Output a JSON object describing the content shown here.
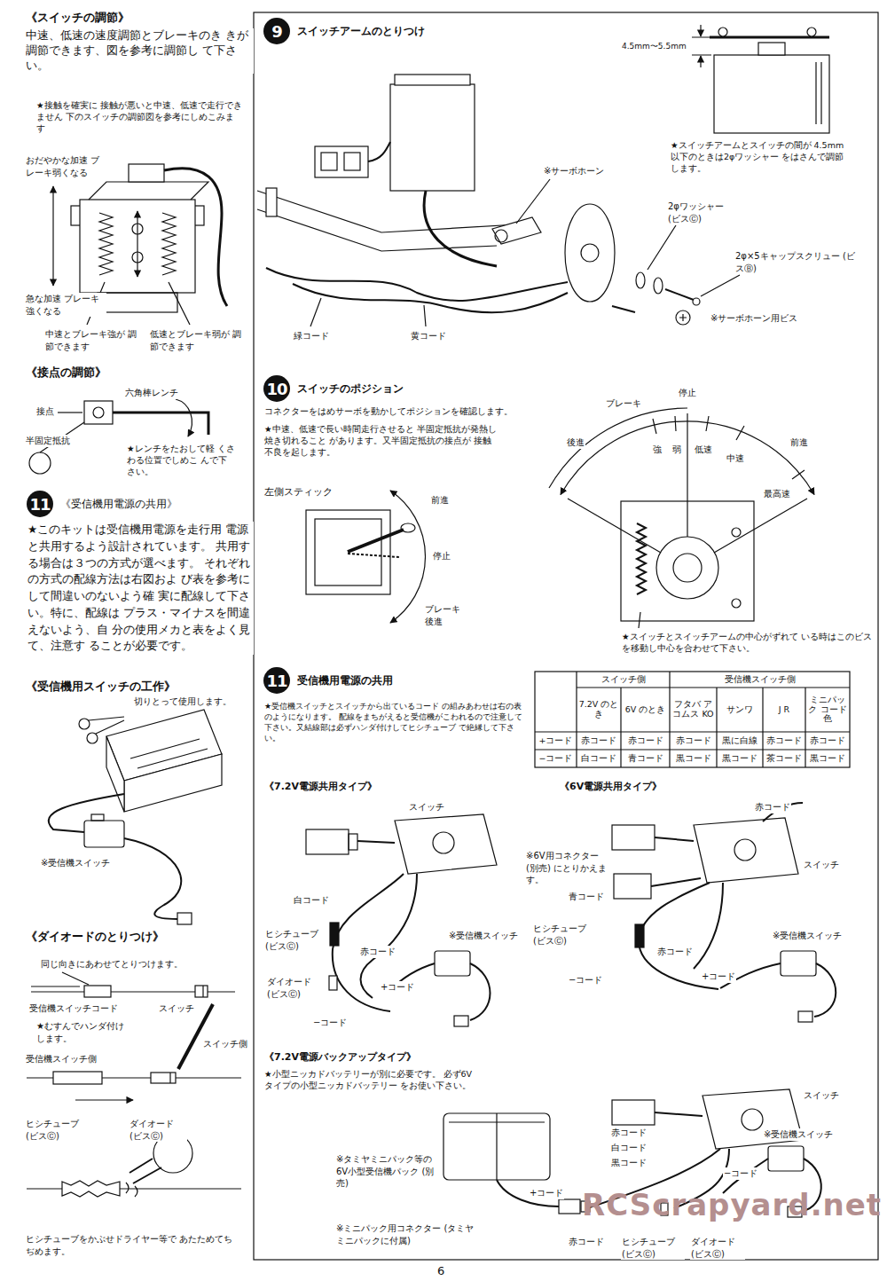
{
  "diagram": {
    "nodes": [
      {
        "text": [
          "11",
          "《受信機用電源の共用》"
        ]
      },
      {
        "text": [
          "9",
          "スイッチアームのとりつけ"
        ]
      },
      {
        "text": [
          "10",
          "スイッチのポジション"
        ]
      },
      {
        "text": [
          "11",
          "受信機用電源の共用"
        ]
      }
    ],
    "labels": [
      "《スイッチの調節》",
      "中速、低速の速度調節とブレーキのき きが調節できます、図を参考に調節し て下さい。",
      "★接触を確実に 接触が悪いと中速、低速で走行できません 下のスイッチの調節図を参考にしめこみます",
      "おだやかな加速 ブレーキ弱くなる",
      "急な加速 ブレーキ強くなる",
      "中速とブレーキ強が 調節できます",
      "低速とブレーキ弱が 調節できます",
      "《接点の調節》",
      "六角棒レンチ",
      "接点",
      "半固定抵抗",
      "★レンチをたおして軽 くさわる位置でしめこ んで下さい。",
      "★このキットは受信機用電源を走行用 電源と共用するよう設計されています。 共用する場合は３つの方式が選べます。 それぞれの方式の配線方法は右図およ び表を参考にして間違いのないよう確 実に配線して下さい。特に、配線は プラス・マイナスを間違えないよう、自 分の使用メカと表をよく見て、注意す ることが必要です。",
      "《受信機用スイッチの工作》",
      "切りとって使用します。",
      "※受信機スイッチ",
      "《ダイオードのとりつけ》",
      "同じ向きにあわせてとりつけます。",
      "受信機スイッチコード",
      "スイッチ",
      "★むすんでハンダ付け します。",
      "受信機スイッチ側",
      "スイッチ側",
      "ヒシチューブ (ビスⒸ)",
      "ダイオード (ビスⒸ)",
      "ヒシチューブをかぶせドライヤー等で あたためてちぢめます。",
      "4.5mm〜5.5mm",
      "★スイッチアームとスイッチの間が 4.5mm以下のときは2φワッシャー をはさんで調節します。",
      "※サーボホーン",
      "2φワッシャー (ビスⒸ)",
      "2φ×5キャップスクリュー (ビスⒷ)",
      "※サーボホーン用ビス",
      "緑コード",
      "黄コード",
      "コネクターをはめサーボを動かしてポジションを確認します。",
      "★中速、低速で長い時間走行させると 半固定抵抗が発熱し焼き切れること があります。又半固定抵抗の接点が 接触不良を起します。",
      "左側スティック",
      "前進",
      "停止",
      "ブレーキ 後進",
      "ブレーキ",
      "停止",
      "後進",
      "強",
      "弱",
      "低速",
      "中速",
      "前進",
      "最高速",
      "★スイッチとスイッチアームの中心がずれて いる時はこのビスを移動し中心を合わせて下さい。",
      "★受信機スイッチとスイッチから出ているコード の組みあわせは右の表のようになります。 配線をまちがえると受信機がこわれるので注意して 下さい。又結線部は必ずハンダ付けしてヒシチューブ で絶縁して下さい。",
      "スイッチ側",
      "受信機スイッチ側",
      "7.2V のとき",
      "6V のとき",
      "フタバ アコムス KO",
      "サンワ",
      "J R",
      "ミニパック コード色",
      "+コード",
      "赤コード",
      "赤コード",
      "赤コード",
      "黒に白線",
      "赤コード",
      "赤コード",
      "−コード",
      "白コード",
      "青コード",
      "黒コード",
      "黒コード",
      "茶コード",
      "黒コード",
      "《7.2V電源共用タイプ》",
      "スイッチ",
      "白コード",
      "ヒシチューブ (ビスⒸ)",
      "赤コード",
      "※受信機スイッチ",
      "+コード",
      "ダイオード (ビスⒸ)",
      "−コード",
      "《6V電源共用タイプ》",
      "赤コード",
      "※6V用コネクター(別売) にとりかえます。",
      "スイッチ",
      "青コード",
      "ヒシチューブ (ビスⒸ)",
      "※受信機スイッチ",
      "赤コード",
      "+コード",
      "−コード",
      "《7.2V電源バックアップタイプ》",
      "★小型ニッカドバッテリーが別に必要です。 必ず6Vタイプの小型ニッカドバッテリー をお使い下さい。",
      "スイッチ",
      "赤コード",
      "白コード",
      "黒コード",
      "※受信機スイッチ",
      "−コード",
      "+コード",
      "※タミヤミニパック等の 6V小型受信機パック (別売)",
      "※ミニパック用コネクター (タミヤミニパックに付属)",
      "赤コード",
      "ヒシチューブ (ビスⒸ)",
      "ダイオード (ビスⒸ)",
      "6",
      "RCScrapyard.net"
    ]
  }
}
